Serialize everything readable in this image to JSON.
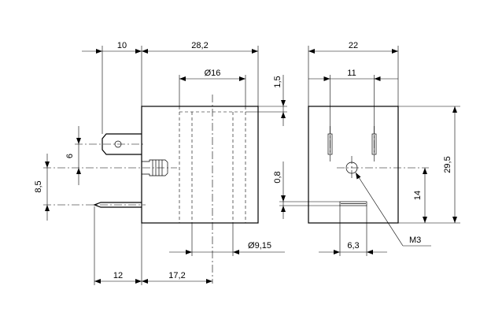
{
  "dimensions": {
    "side_width_10": "10",
    "body_width_28_2": "28,2",
    "dia_16": "Ø16",
    "top_offset_1_5": "1,5",
    "pin_offset_6": "6",
    "pin_offset_8_5": "8,5",
    "dia_9_15": "Ø9,15",
    "bottom_12": "12",
    "bottom_17_2": "17,2",
    "front_width_22": "22",
    "front_11": "11",
    "front_height_29_5": "29,5",
    "front_0_8": "0,8",
    "front_14": "14",
    "front_6_3": "6,3",
    "thread_m3": "M3"
  }
}
